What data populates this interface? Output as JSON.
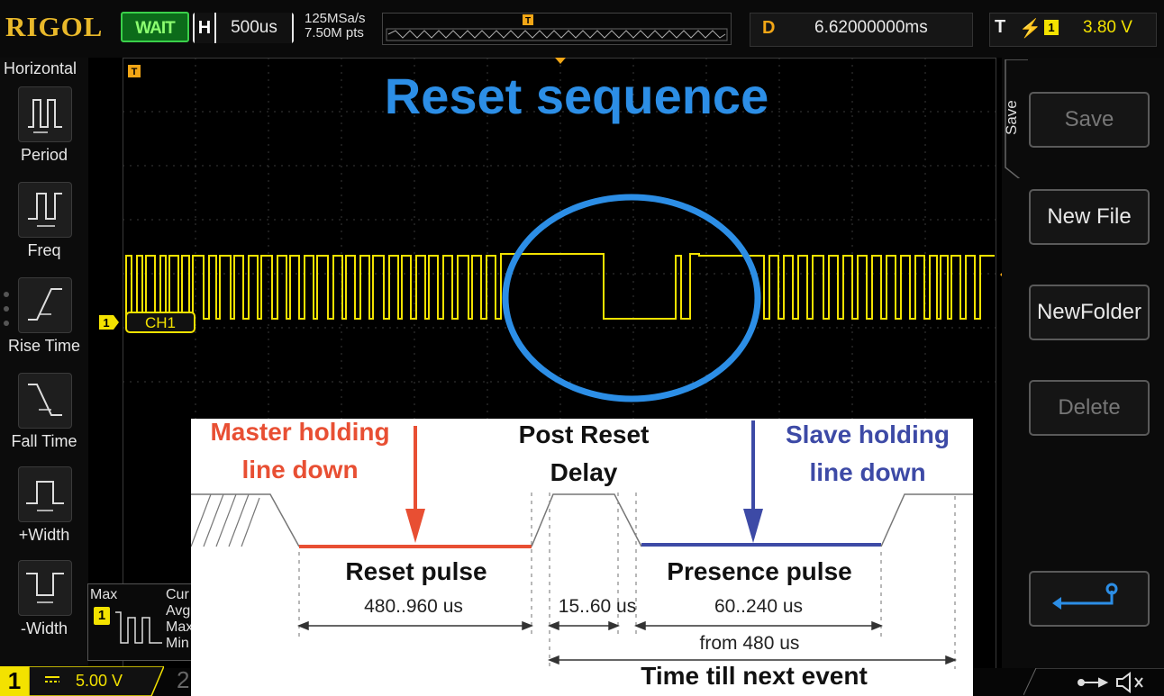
{
  "header": {
    "brand": "RIGOL",
    "run_status": "WAIT",
    "timebase_label": "H",
    "timebase_value": "500us",
    "sample_rate": "125MSa/s",
    "memory_depth": "7.50M pts",
    "delay_label": "D",
    "delay_value": "6.62000000ms",
    "trigger_label": "T",
    "trigger_edge": "rising-edge-icon",
    "trigger_channel": "1",
    "trigger_level": "3.80 V"
  },
  "left_menu": {
    "title": "Horizontal",
    "items": [
      {
        "label": "Period",
        "icon": "period-icon"
      },
      {
        "label": "Freq",
        "icon": "frequency-icon"
      },
      {
        "label": "Rise Time",
        "icon": "rise-time-icon"
      },
      {
        "label": "Fall Time",
        "icon": "fall-time-icon"
      },
      {
        "label": "+Width",
        "icon": "positive-width-icon"
      },
      {
        "label": "-Width",
        "icon": "negative-width-icon"
      }
    ]
  },
  "right_menu": {
    "section": "Save",
    "items": [
      {
        "label": "Save",
        "enabled": false
      },
      {
        "label": "New File",
        "enabled": true
      },
      {
        "label": "NewFolder",
        "enabled": true
      },
      {
        "label": "Delete",
        "enabled": false
      }
    ],
    "return_icon": "return-arrow-icon"
  },
  "waveform": {
    "channel_label": "CH1",
    "channel_marker": "1",
    "trace_color": "#f3e200"
  },
  "measure_box": {
    "max": "Max",
    "cur": "Cur",
    "avg": "Avg",
    "max2": "Max",
    "min": "Min",
    "channel": "1"
  },
  "footer": {
    "ch1_number": "1",
    "ch1_coupling_icon": "dc-coupling-icon",
    "ch1_scale": "5.00 V",
    "ch2_number": "2",
    "icons": [
      "usb-icon",
      "speaker-muted-icon"
    ]
  },
  "annotation": {
    "title": "Reset sequence",
    "master_line1": "Master holding",
    "master_line2": "line down",
    "post_line1": "Post Reset",
    "post_line2": "Delay",
    "slave_line1": "Slave holding",
    "slave_line2": "line down",
    "reset_pulse": "Reset pulse",
    "reset_range": "480..960 us",
    "delay_range": "15..60 us",
    "presence_pulse": "Presence pulse",
    "presence_range": "60..240 us",
    "from_480": "from 480 us",
    "time_next": "Time till next event",
    "colors": {
      "master": "#e84f33",
      "slave": "#3d4aa6",
      "highlight": "#2c8ee6"
    }
  }
}
